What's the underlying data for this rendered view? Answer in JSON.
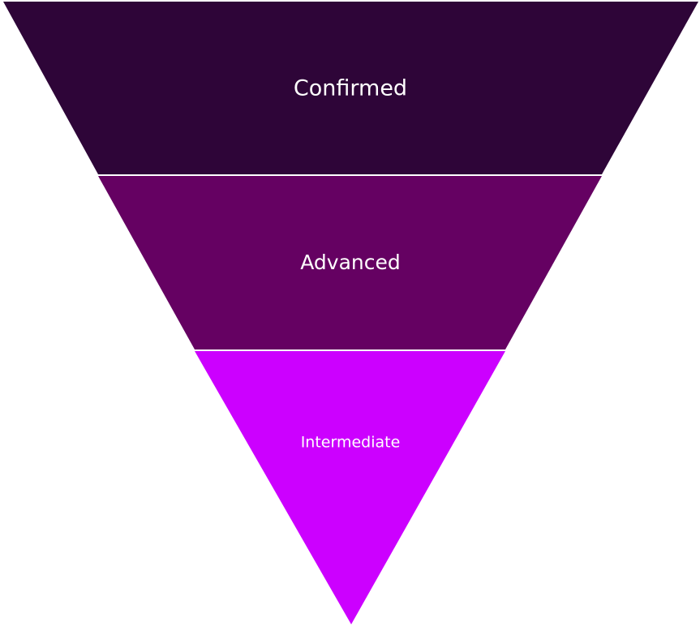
{
  "funnel": {
    "levels": [
      {
        "label": "Confirmed",
        "color": "#2e0538"
      },
      {
        "label": "Advanced",
        "color": "#650162"
      },
      {
        "label": "Intermediate",
        "color": "#cc00ff"
      }
    ],
    "separator_color": "#ffffff"
  }
}
